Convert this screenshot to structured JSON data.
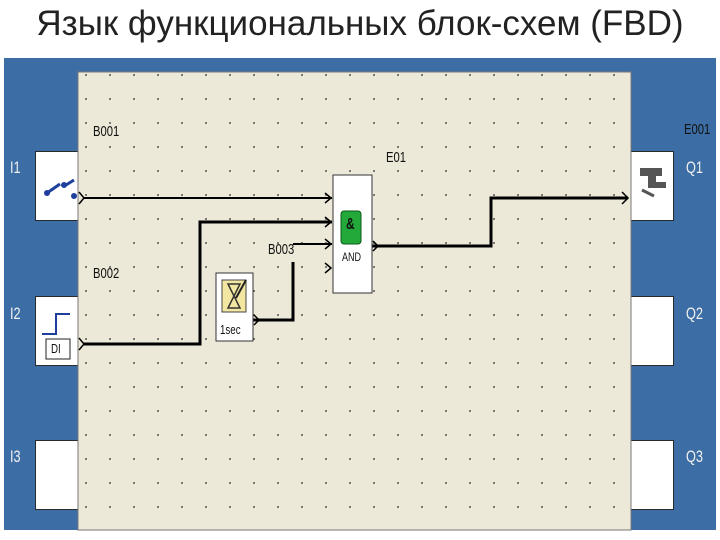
{
  "slide": {
    "title": "Язык функциональных блок-схем (FBD)"
  },
  "colors": {
    "frame": "#3c6ea5",
    "canvas": "#ece9d8",
    "and_green": "#22a93a",
    "timer_yellow": "#f2e6a0",
    "wire": "#000000"
  },
  "inputs": [
    {
      "label": "I1",
      "icon": "switch-icon"
    },
    {
      "label": "I2",
      "icon": "pulse-icon",
      "caption": "DI"
    },
    {
      "label": "I3"
    }
  ],
  "outputs": [
    {
      "label": "Q1",
      "icon": "tap-icon"
    },
    {
      "label": "Q2"
    },
    {
      "label": "Q3"
    }
  ],
  "blocks": {
    "b001": "B001",
    "b002": "B002",
    "b003": "B003",
    "e001": "E001",
    "e01": "E01",
    "and_gate": {
      "symbol": "&",
      "caption": "AND"
    },
    "timer": {
      "caption": "1sec"
    }
  }
}
